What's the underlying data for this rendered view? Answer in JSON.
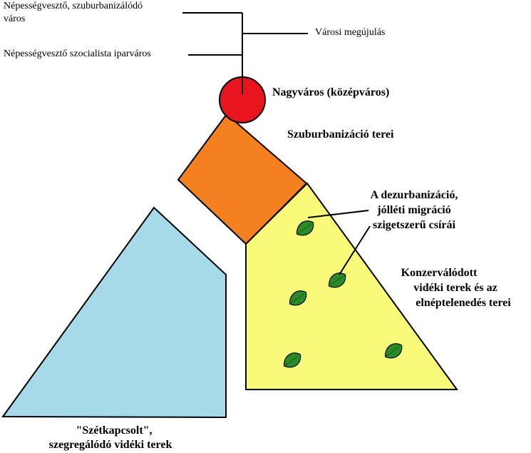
{
  "labels": {
    "shrinking_suburbanizing_city_1": "Népességvesztő, szuburbanizálódó",
    "shrinking_suburbanizing_city_2": "város",
    "urban_renewal": "Városi megújulás",
    "shrinking_socialist_industrial_city": "Népességvesztő szocialista iparváros",
    "big_city": "Nagyváros (középváros)",
    "suburbanization_spaces": "Szuburbanizáció terei",
    "deurbanization_1": "A dezurbanizáció,",
    "deurbanization_2": "jólléti migráció",
    "deurbanization_3": "szigetszerű csírái",
    "conserved_rural_1": "Konzerválódott",
    "conserved_rural_2": "vidéki terek és az",
    "conserved_rural_3": "elnéptelenedés terei",
    "segregated_rural_1": "\"Szétkapcsolt\",",
    "segregated_rural_2": "szegregálódó vidéki terek"
  },
  "colors": {
    "city_circle": "#e8141e",
    "suburb_square": "#f5801f",
    "rural_yellow": "#fafa7a",
    "rural_blue": "#a6dae8",
    "leaf": "#2a8a28",
    "stroke": "#000000"
  },
  "icons": {
    "leaf": "leaf-icon"
  }
}
